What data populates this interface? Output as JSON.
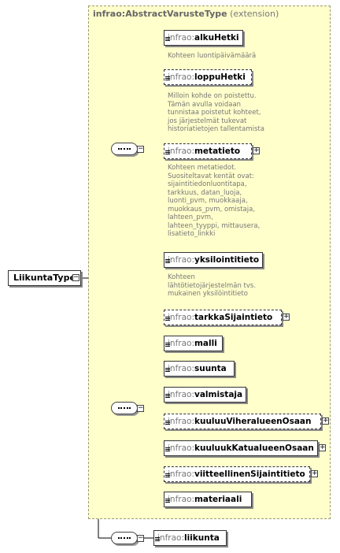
{
  "extension": {
    "type_name": "infrao:AbstractVarusteType",
    "suffix": "(extension)"
  },
  "root": {
    "label": "LiikuntaType"
  },
  "prefix": "infrao:",
  "elements": [
    {
      "name": "alkuHetki",
      "optional": false,
      "expandable": false,
      "doc": [
        "Kohteen luontipäivämäärä"
      ]
    },
    {
      "name": "loppuHetki",
      "optional": true,
      "expandable": false,
      "doc": [
        "Milloin kohde on poistettu.",
        "Tämän avulla voidaan",
        "tunnistaa poistetut kohteet,",
        "jos järjestelmät tukevat",
        "historiatietojen tallentamista"
      ]
    },
    {
      "name": "metatieto",
      "optional": true,
      "expandable": true,
      "doc": [
        "Kohteen metatiedot.",
        "Suositeltavat kentät ovat:",
        "sijaintitiedonluontitapa,",
        "tarkkuus, datan_luoja,",
        "luonti_pvm, muokkaaja,",
        "muokkaus_pvm, omistaja,",
        "lahteen_pvm,",
        "lahteen_tyyppi, mittausera,",
        "lisatieto_linkki"
      ]
    },
    {
      "name": "yksilointitieto",
      "optional": false,
      "expandable": false,
      "doc": [
        "Kohteen",
        "lähtötietojärjestelmän tvs.",
        "mukainen yksilöintitieto"
      ]
    },
    {
      "name": "tarkkaSijaintieto",
      "optional": true,
      "expandable": true,
      "doc": []
    },
    {
      "name": "malli",
      "optional": false,
      "expandable": false,
      "doc": []
    },
    {
      "name": "suunta",
      "optional": false,
      "expandable": false,
      "doc": []
    },
    {
      "name": "valmistaja",
      "optional": false,
      "expandable": false,
      "doc": []
    },
    {
      "name": "kuuluuViheralueenOsaan",
      "optional": true,
      "expandable": true,
      "doc": []
    },
    {
      "name": "kuuluukKatualueenOsaan",
      "optional": false,
      "expandable": true,
      "doc": []
    },
    {
      "name": "viitteellinenSijaintitieto",
      "optional": true,
      "expandable": true,
      "doc": []
    },
    {
      "name": "materiaali",
      "optional": false,
      "expandable": false,
      "doc": []
    },
    {
      "name": "liikunta",
      "optional": false,
      "expandable": false,
      "doc": []
    }
  ]
}
